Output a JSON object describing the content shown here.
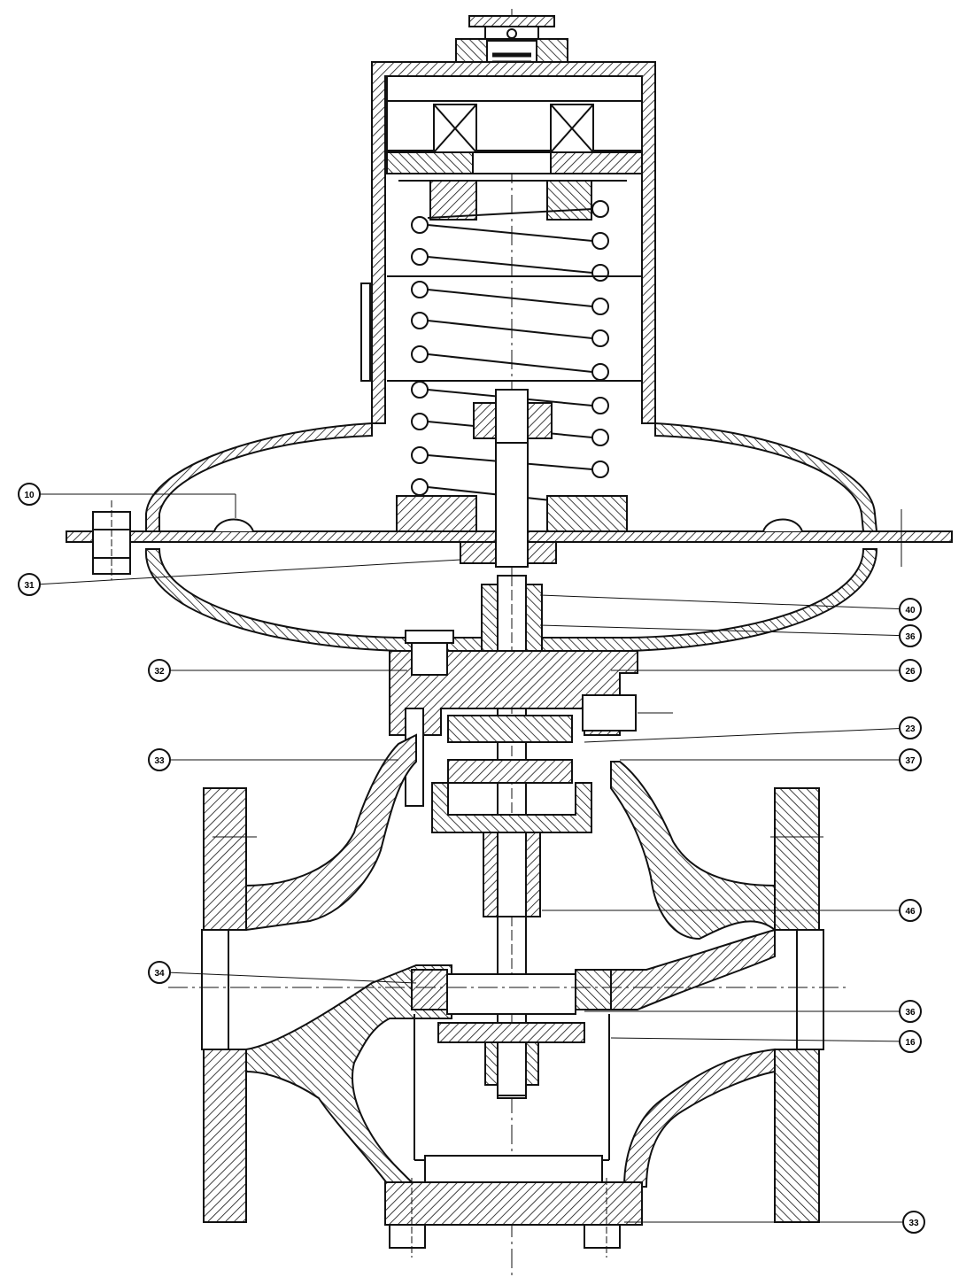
{
  "callouts": {
    "c10": "10",
    "c31": "31",
    "c40": "40",
    "c36a": "36",
    "c32": "32",
    "c26": "26",
    "c23": "23",
    "c33a": "33",
    "c37": "37",
    "c46": "46",
    "c34": "34",
    "c36b": "36",
    "c16": "16",
    "c33b": "33"
  },
  "colors": {
    "ink": "#111111",
    "paper": "#ffffff"
  }
}
